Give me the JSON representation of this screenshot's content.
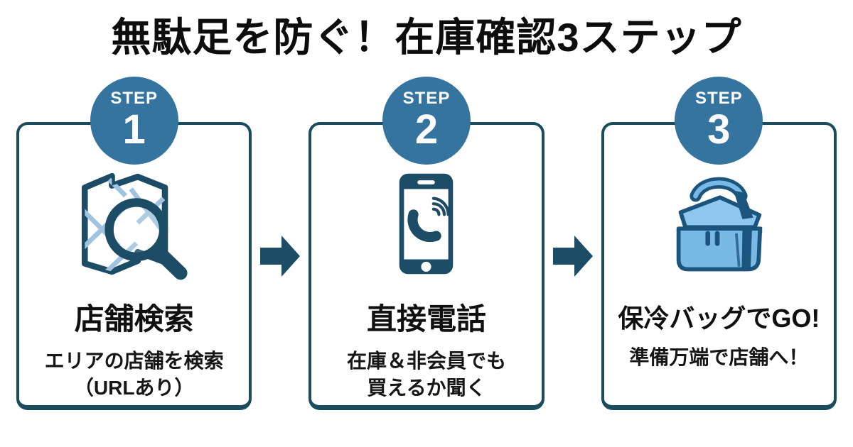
{
  "title": "無駄足を防ぐ！在庫確認3ステップ",
  "colors": {
    "blue": "#35749f",
    "navy": "#1d4d66",
    "border": "#1b4c5e",
    "road": "#9fc3e0",
    "bag_fill": "#79b9e6",
    "bag_lid": "#8ec7ed",
    "bag_outline": "#1b557d"
  },
  "steps": [
    {
      "badge_label": "STEP",
      "number": "1",
      "icon": "map-search-icon",
      "heading": "店舗検索",
      "sub_line1": "エリアの店舗を検索",
      "sub_line2": "（URLあり）"
    },
    {
      "badge_label": "STEP",
      "number": "2",
      "icon": "phone-call-icon",
      "heading": "直接電話",
      "sub_line1": "在庫＆非会員でも",
      "sub_line2": "買えるか聞く"
    },
    {
      "badge_label": "STEP",
      "number": "3",
      "icon": "cooler-bag-icon",
      "heading": "保冷バッグでGO!",
      "sub_line1": "準備万端で店舗へ！",
      "sub_line2": ""
    }
  ],
  "arrow_icon": "right-arrow-icon"
}
